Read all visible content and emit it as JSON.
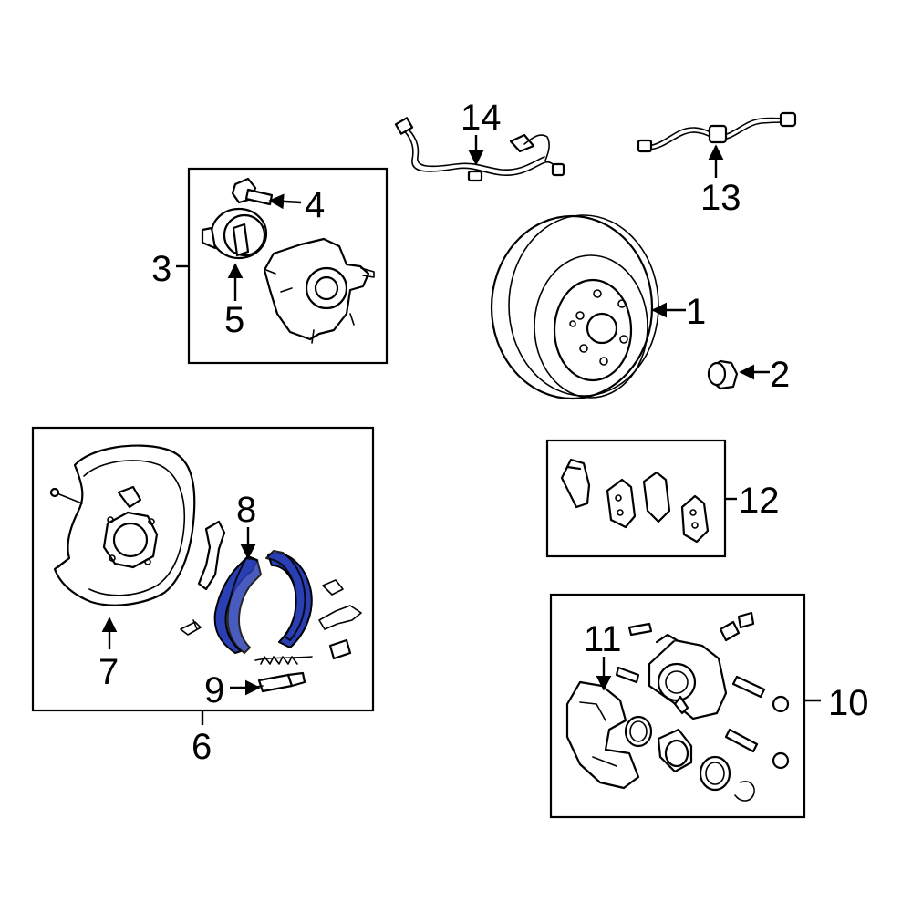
{
  "callouts": {
    "c1": "1",
    "c2": "2",
    "c3": "3",
    "c4": "4",
    "c5": "5",
    "c6": "6",
    "c7": "7",
    "c8": "8",
    "c9": "9",
    "c10": "10",
    "c11": "11",
    "c12": "12",
    "c13": "13",
    "c14": "14"
  },
  "colors": {
    "highlight": "#2b3fb5",
    "line": "#000000",
    "background": "#ffffff"
  },
  "highlighted_part": "8"
}
